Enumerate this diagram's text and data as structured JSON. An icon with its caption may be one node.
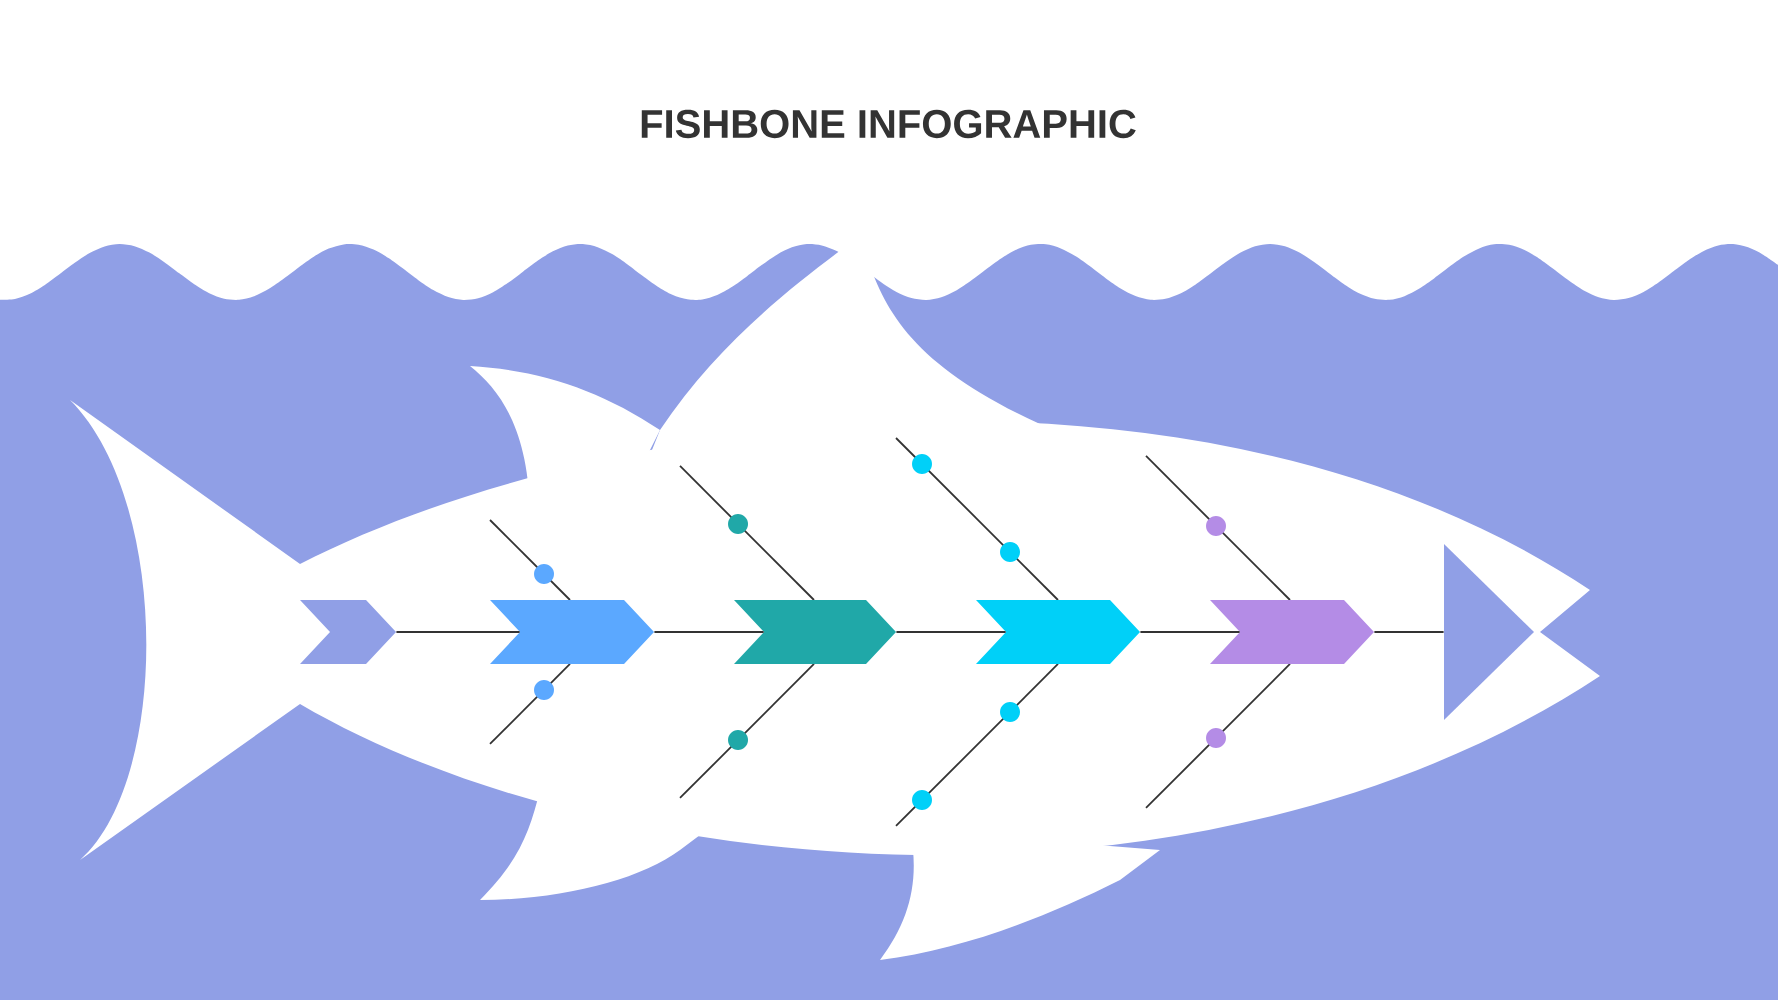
{
  "diagram": {
    "title": "FISHBONE INFOGRAPHIC",
    "nodes": [
      {
        "text": [],
        "shape": "chevron"
      },
      {
        "text": [],
        "shape": "chevron"
      },
      {
        "text": [],
        "shape": "chevron"
      },
      {
        "text": [],
        "shape": "chevron"
      },
      {
        "text": [],
        "shape": "chevron"
      },
      {
        "text": [],
        "shape": "triangle"
      }
    ],
    "edges": [
      {
        "from": 0,
        "to": 1,
        "arrow": "none"
      },
      {
        "from": 1,
        "to": 2,
        "arrow": "none"
      },
      {
        "from": 2,
        "to": 3,
        "arrow": "none"
      },
      {
        "from": 3,
        "to": 4,
        "arrow": "none"
      },
      {
        "from": 4,
        "to": 5,
        "arrow": "none"
      }
    ]
  }
}
